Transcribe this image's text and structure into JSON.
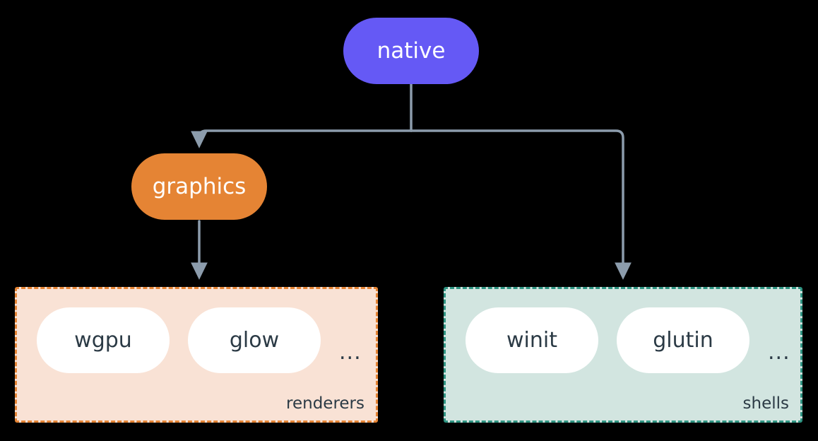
{
  "diagram": {
    "title": "native",
    "background_color": "#000000",
    "connector_color": "#8C9CAC",
    "text_dark": "#2B3A45",
    "nodes": [
      {
        "id": "native",
        "label": "native",
        "shape": "rounded-pill",
        "fill": "#6559F5",
        "text_color": "#FFFFFF"
      },
      {
        "id": "graphics",
        "label": "graphics",
        "shape": "rounded-pill",
        "fill": "#E58434",
        "text_color": "#FFFFFF"
      }
    ],
    "groups": [
      {
        "id": "renderers",
        "label": "renderers",
        "fill": "#F9E2D5",
        "border_color": "#E58434",
        "border_style": "dashed",
        "items": [
          {
            "label": "wgpu"
          },
          {
            "label": "glow"
          }
        ],
        "overflow": "..."
      },
      {
        "id": "shells",
        "label": "shells",
        "fill": "#D2E5E0",
        "border_color": "#2E9482",
        "border_style": "dashed",
        "items": [
          {
            "label": "winit"
          },
          {
            "label": "glutin"
          }
        ],
        "overflow": "..."
      }
    ],
    "edges": [
      {
        "from": "native",
        "to": "graphics",
        "style": "orthogonal-arrow"
      },
      {
        "from": "native",
        "to": "shells",
        "style": "orthogonal-arrow"
      },
      {
        "from": "graphics",
        "to": "renderers",
        "style": "straight-arrow"
      }
    ]
  }
}
